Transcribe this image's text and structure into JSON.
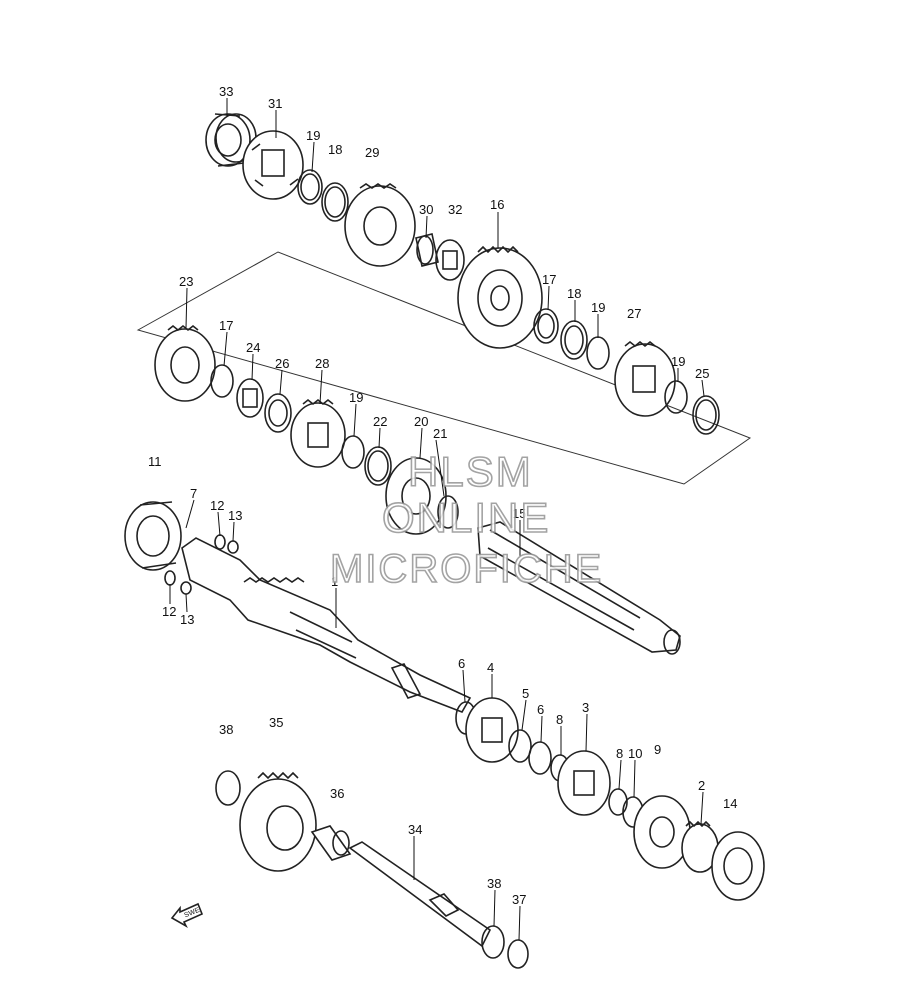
{
  "diagram": {
    "labels": [
      {
        "id": "33",
        "text": "33"
      },
      {
        "id": "31",
        "text": "31"
      },
      {
        "id": "19a",
        "text": "19"
      },
      {
        "id": "18a",
        "text": "18"
      },
      {
        "id": "29",
        "text": "29"
      },
      {
        "id": "30",
        "text": "30"
      },
      {
        "id": "32",
        "text": "32"
      },
      {
        "id": "16",
        "text": "16"
      },
      {
        "id": "17a",
        "text": "17"
      },
      {
        "id": "18b",
        "text": "18"
      },
      {
        "id": "19b",
        "text": "19"
      },
      {
        "id": "27",
        "text": "27"
      },
      {
        "id": "19c",
        "text": "19"
      },
      {
        "id": "25",
        "text": "25"
      },
      {
        "id": "23",
        "text": "23"
      },
      {
        "id": "17b",
        "text": "17"
      },
      {
        "id": "24",
        "text": "24"
      },
      {
        "id": "26",
        "text": "26"
      },
      {
        "id": "28",
        "text": "28"
      },
      {
        "id": "19d",
        "text": "19"
      },
      {
        "id": "22",
        "text": "22"
      },
      {
        "id": "20",
        "text": "20"
      },
      {
        "id": "21",
        "text": "21"
      },
      {
        "id": "15",
        "text": "15"
      },
      {
        "id": "11",
        "text": "11"
      },
      {
        "id": "7",
        "text": "7"
      },
      {
        "id": "12a",
        "text": "12"
      },
      {
        "id": "13a",
        "text": "13"
      },
      {
        "id": "12b",
        "text": "12"
      },
      {
        "id": "13b",
        "text": "13"
      },
      {
        "id": "1",
        "text": "1"
      },
      {
        "id": "6a",
        "text": "6"
      },
      {
        "id": "4",
        "text": "4"
      },
      {
        "id": "5",
        "text": "5"
      },
      {
        "id": "6b",
        "text": "6"
      },
      {
        "id": "8a",
        "text": "8"
      },
      {
        "id": "3",
        "text": "3"
      },
      {
        "id": "8b",
        "text": "8"
      },
      {
        "id": "10",
        "text": "10"
      },
      {
        "id": "9",
        "text": "9"
      },
      {
        "id": "2",
        "text": "2"
      },
      {
        "id": "14",
        "text": "14"
      },
      {
        "id": "38a",
        "text": "38"
      },
      {
        "id": "35",
        "text": "35"
      },
      {
        "id": "36",
        "text": "36"
      },
      {
        "id": "34",
        "text": "34"
      },
      {
        "id": "38b",
        "text": "38"
      },
      {
        "id": "37",
        "text": "37"
      }
    ],
    "direction_badge": "SWE",
    "watermark": {
      "line1": "HLSM",
      "line2": "ONLINE",
      "line3": "MICROFICHE"
    }
  }
}
